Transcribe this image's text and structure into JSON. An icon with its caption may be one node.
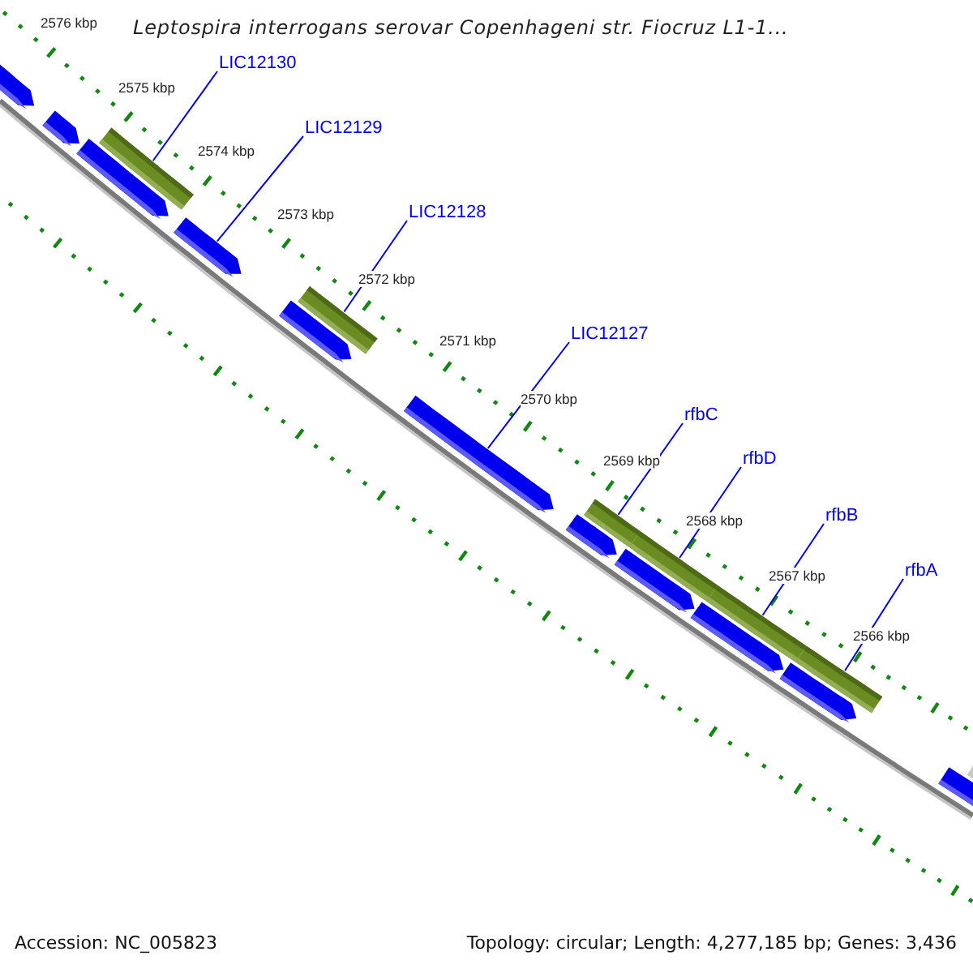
{
  "diagram": {
    "title": "Leptospira interrogans serovar Copenhageni str. Fiocruz L1-1...",
    "nodes": [
      {
        "text": [
          "LIC12130"
        ]
      },
      {
        "text": [
          "LIC12129"
        ]
      },
      {
        "text": [
          "LIC12128"
        ]
      },
      {
        "text": [
          "LIC12127"
        ]
      },
      {
        "text": [
          "rfbC"
        ]
      },
      {
        "text": [
          "rfbD"
        ]
      },
      {
        "text": [
          "rfbB"
        ]
      },
      {
        "text": [
          "rfbA"
        ]
      },
      {
        "text": [],
        "shape": "arrow"
      },
      {
        "text": [],
        "shape": "arrow"
      },
      {
        "text": [],
        "shape": "arrow"
      },
      {
        "text": [],
        "shape": "bar"
      },
      {
        "text": [],
        "shape": "arrow"
      },
      {
        "text": [],
        "shape": "arrow"
      },
      {
        "text": [],
        "shape": "bar"
      },
      {
        "text": [],
        "shape": "arrow"
      },
      {
        "text": [],
        "shape": "arrow"
      },
      {
        "text": [],
        "shape": "bar"
      },
      {
        "text": [],
        "shape": "arrow"
      },
      {
        "text": [],
        "shape": "bar"
      },
      {
        "text": [],
        "shape": "arrow"
      },
      {
        "text": [],
        "shape": "bar"
      },
      {
        "text": [],
        "shape": "arrow"
      },
      {
        "text": [],
        "shape": "bar"
      },
      {
        "text": [],
        "shape": "arrow"
      },
      {
        "text": [],
        "shape": "bar"
      }
    ],
    "edges": [
      {
        "from": 0,
        "to": 11,
        "arrow": "none"
      },
      {
        "from": 1,
        "to": 12,
        "arrow": "none"
      },
      {
        "from": 2,
        "to": 14,
        "arrow": "none"
      },
      {
        "from": 3,
        "to": 15,
        "arrow": "none"
      },
      {
        "from": 4,
        "to": 17,
        "arrow": "none"
      },
      {
        "from": 5,
        "to": 19,
        "arrow": "none"
      },
      {
        "from": 6,
        "to": 21,
        "arrow": "none"
      },
      {
        "from": 7,
        "to": 23,
        "arrow": "none"
      }
    ],
    "labels": [
      "2576 kbp",
      "2575 kbp",
      "2574 kbp",
      "2573 kbp",
      "2572 kbp",
      "2571 kbp",
      "2570 kbp",
      "2569 kbp",
      "2568 kbp",
      "2567 kbp",
      "2566 kbp",
      "Accession: NC_005823",
      "Topology: circular; Length: 4,277,185 bp; Genes: 3,436"
    ]
  }
}
